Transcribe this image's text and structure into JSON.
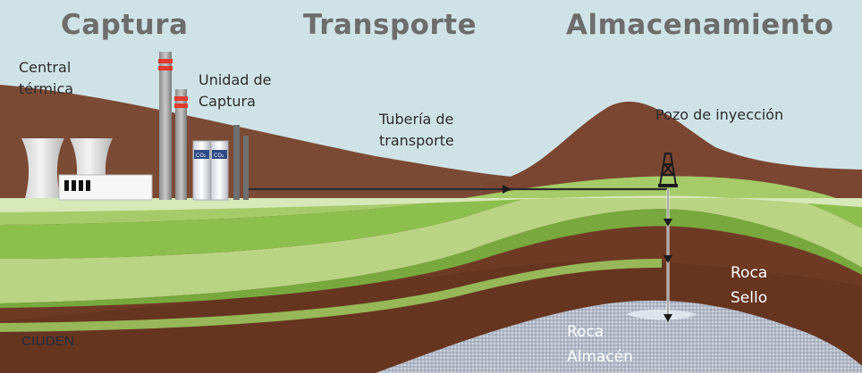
{
  "stages": {
    "capture": "Captura",
    "transport": "Transporte",
    "storage": "Almacenamiento"
  },
  "labels": {
    "power_plant": [
      "Central",
      "térmica"
    ],
    "capture_unit": [
      "Unidad de",
      "Captura"
    ],
    "pipeline": [
      "Tubería de",
      "transporte"
    ],
    "injection_well": "Pozo de inyección",
    "seal_rock": [
      "Roca",
      "Sello"
    ],
    "storage_rock": [
      "Roca",
      "Almacén"
    ]
  },
  "tank_label": "CO₂",
  "logo": "CIUDEN",
  "colors": {
    "sky": "#cfe3e6",
    "hills": "#7a4a33",
    "green_layer": "#8cbf4f",
    "light_green_layer": "#c8dea0",
    "brown_rock": "#6e3a24",
    "storage_rock": "#b7bfcc",
    "heading": "#6d6d6d"
  }
}
